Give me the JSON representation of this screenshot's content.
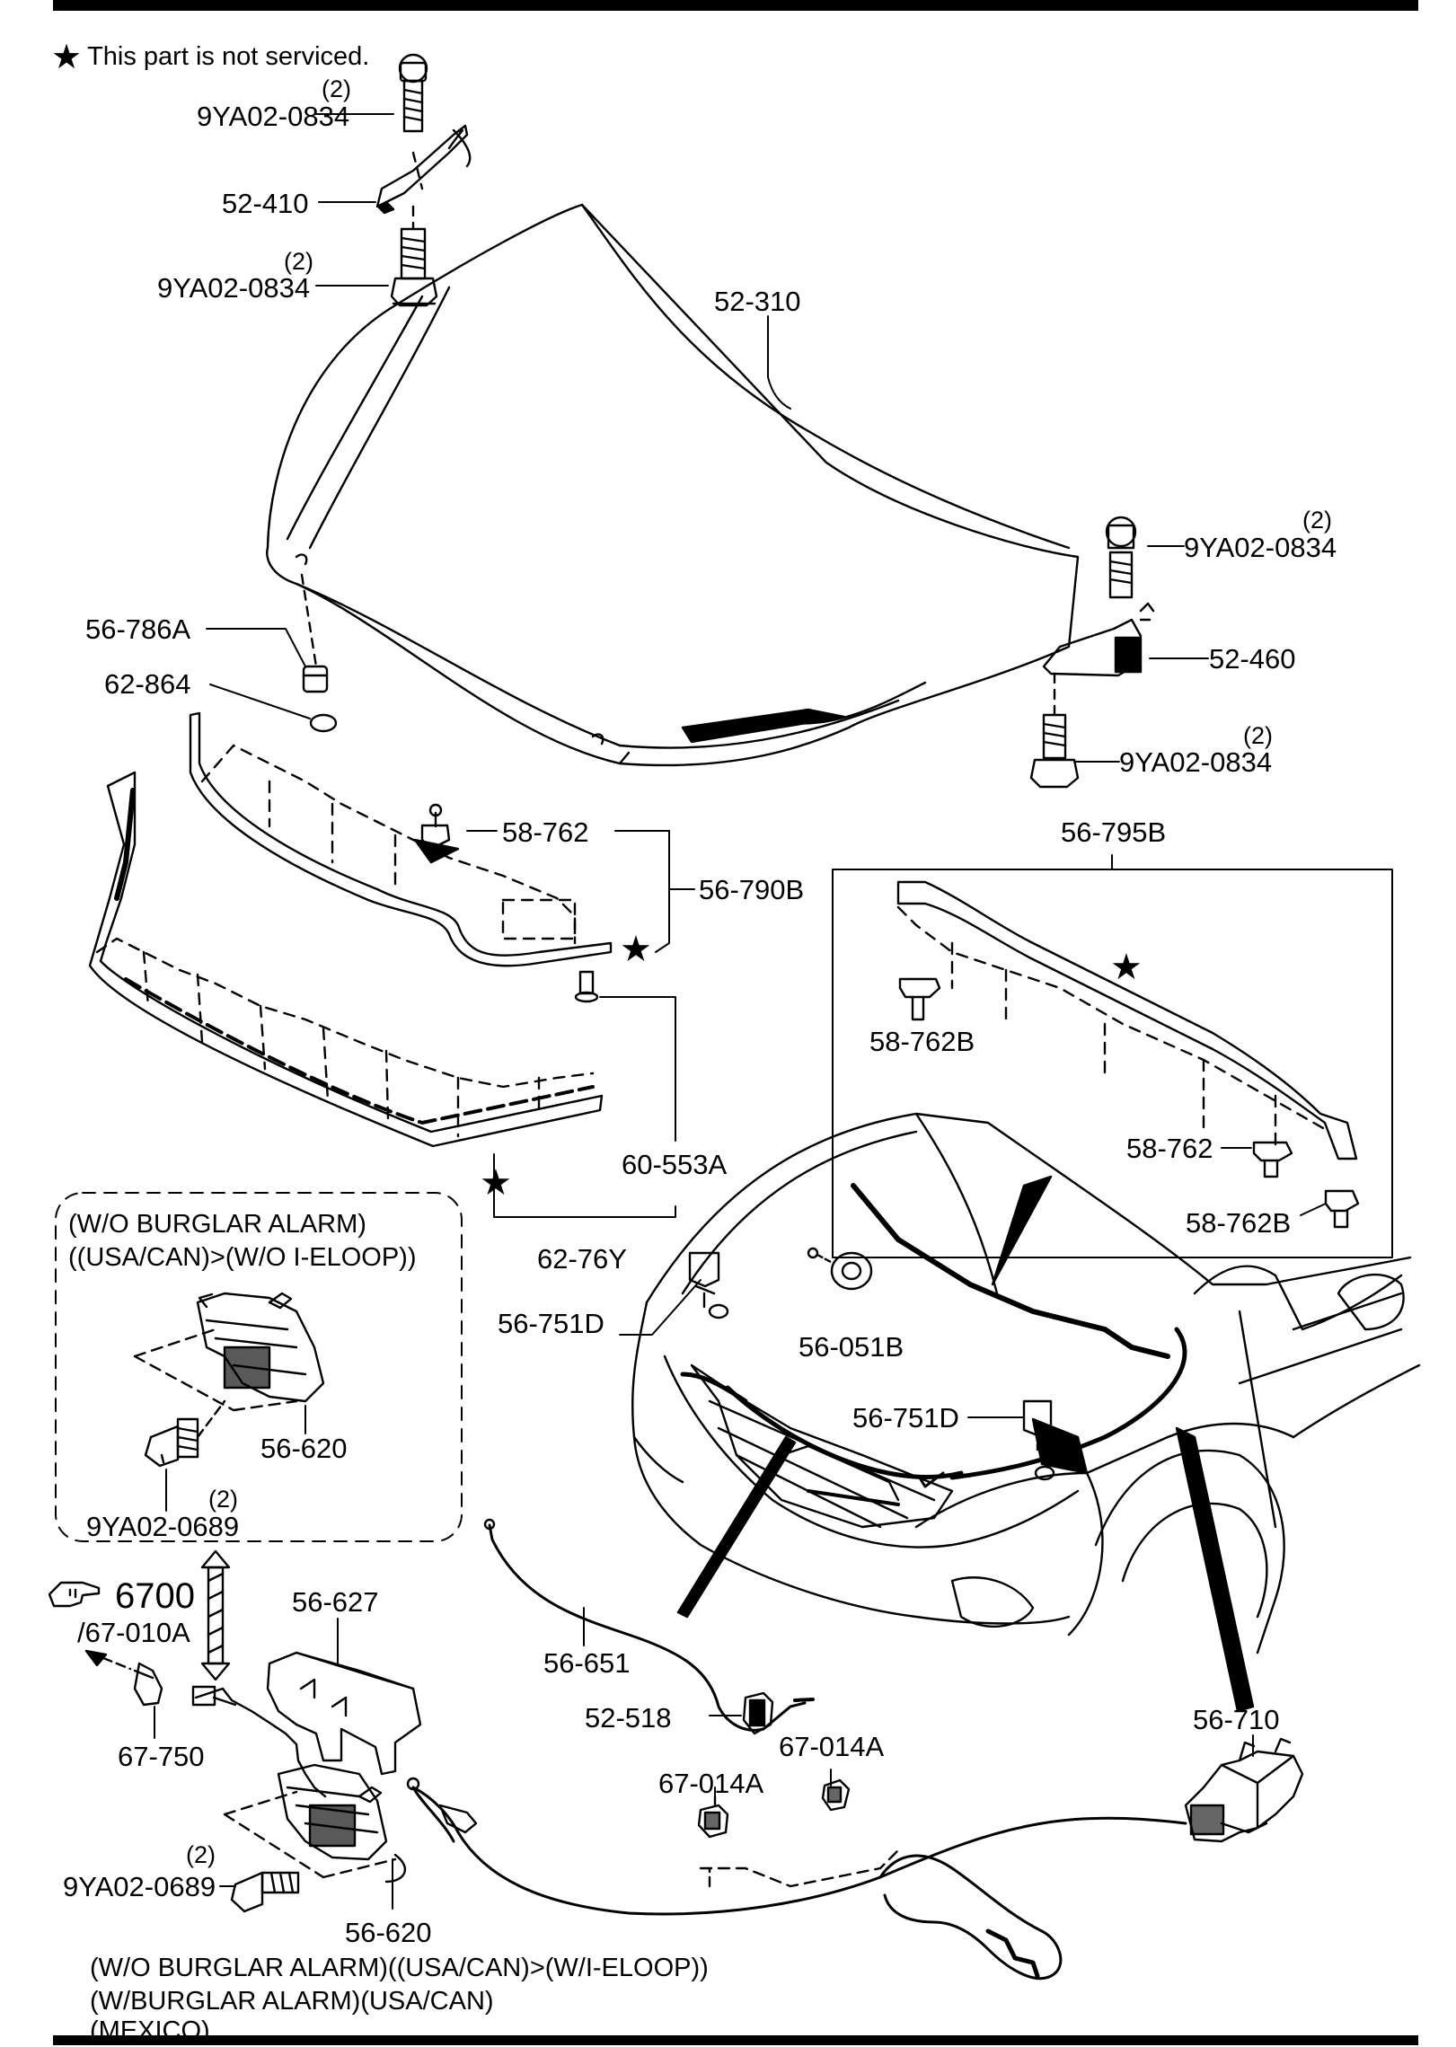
{
  "note": {
    "symbol": "★",
    "text": "This part is not serviced."
  },
  "labels": {
    "b_9ya02_0834_a": "9YA02-0834",
    "b_9ya02_0834_b": "9YA02-0834",
    "b_9ya02_0834_c": "9YA02-0834",
    "b_9ya02_0834_d": "9YA02-0834",
    "qty_a": "(2)",
    "qty_b": "(2)",
    "qty_c": "(2)",
    "qty_d": "(2)",
    "qty_e": "(2)",
    "qty_f": "(2)",
    "p_52_410": "52-410",
    "p_52_310": "52-310",
    "p_52_460": "52-460",
    "p_56_786a": "56-786A",
    "p_62_864": "62-864",
    "p_58_762_a": "58-762",
    "p_56_790b": "56-790B",
    "p_56_795b": "56-795B",
    "p_58_762b_a": "58-762B",
    "p_58_762_b": "58-762",
    "p_58_762b_b": "58-762B",
    "p_60_553a": "60-553A",
    "p_62_76y": "62-76Y",
    "p_56_751d_a": "56-751D",
    "p_56_051b": "56-051B",
    "p_56_751d_b": "56-751D",
    "p_56_620_a": "56-620",
    "p_9ya02_0689_a": "9YA02-0689",
    "p_6700": "6700",
    "p_67_010a": "/67-010A",
    "p_56_627": "56-627",
    "p_56_651": "56-651",
    "p_67_750": "67-750",
    "p_52_518": "52-518",
    "p_67_014a_a": "67-014A",
    "p_67_014a_b": "67-014A",
    "p_56_710": "56-710",
    "p_9ya02_0689_b": "9YA02-0689",
    "p_56_620_b": "56-620"
  },
  "conditions": {
    "box_line1": "(W/O BURGLAR ALARM)",
    "box_line2": "((USA/CAN)>(W/O I-ELOOP))",
    "bottom_line1": "(W/O BURGLAR ALARM)((USA/CAN)>(W/I-ELOOP))",
    "bottom_line2": "(W/BURGLAR ALARM)(USA/CAN)",
    "bottom_line3": "(MEXICO)"
  }
}
